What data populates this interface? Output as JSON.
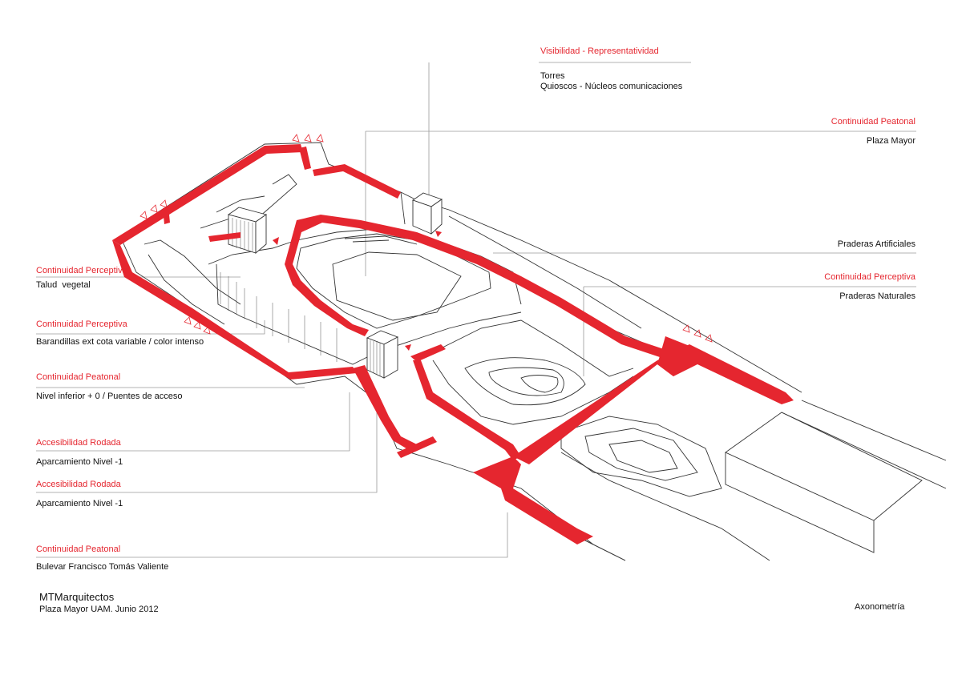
{
  "labels": {
    "visibilidad": {
      "heading": "Visibilidad - Representatividad",
      "line1": "Torres",
      "line2": "Quioscos - Núcleos comunicaciones"
    },
    "continuidad_peatonal_plaza": {
      "heading": "Continuidad Peatonal",
      "text": "Plaza Mayor"
    },
    "praderas_artificiales": {
      "text": "Praderas Artificiales"
    },
    "continuidad_perceptiva_praderas": {
      "heading": "Continuidad Perceptiva",
      "text": "Praderas Naturales"
    },
    "continuidad_perceptiva_talud": {
      "heading": "Continuidad Perceptiva",
      "text": "Talud  vegetal"
    },
    "continuidad_perceptiva_barandillas": {
      "heading": "Continuidad Perceptiva",
      "text": "Barandillas ext cota variable / color intenso"
    },
    "continuidad_peatonal_nivel": {
      "heading": "Continuidad Peatonal",
      "text": "Nivel inferior + 0 / Puentes de acceso"
    },
    "accesibilidad_rodada_1": {
      "heading": "Accesibilidad Rodada",
      "text": "Aparcamiento Nivel -1"
    },
    "accesibilidad_rodada_2": {
      "heading": "Accesibilidad Rodada",
      "text": "Aparcamiento Nivel -1"
    },
    "continuidad_peatonal_bulevar": {
      "heading": "Continuidad Peatonal",
      "text": "Bulevar Francisco Tomás Valiente"
    }
  },
  "title_block": {
    "studio": "MTMarquitectos",
    "project": "Plaza Mayor UAM. Junio 2012",
    "view": "Axonometría"
  },
  "colors": {
    "accent_red": "#e5262f",
    "line": "#333333",
    "leader": "#9a9a9a"
  }
}
